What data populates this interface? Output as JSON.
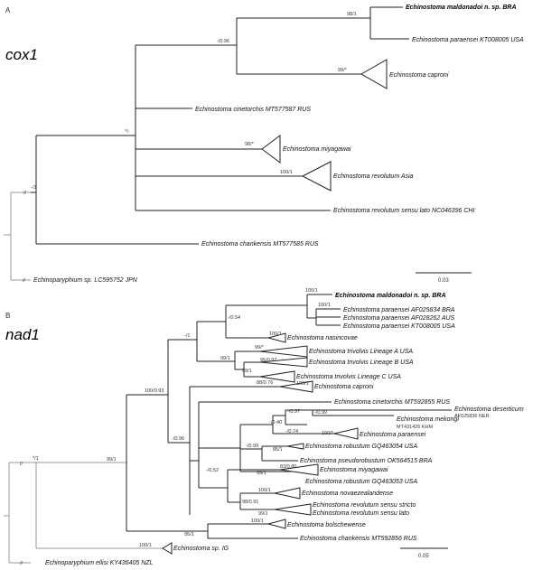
{
  "panels": [
    {
      "id": "A",
      "letter": "A",
      "gene": "cox1",
      "scale": "0.03"
    },
    {
      "id": "B",
      "letter": "B",
      "gene": "nad1",
      "scale": "0.05"
    }
  ],
  "tree_a": {
    "taxa": [
      "Echinostoma maldonadoi n. sp. BRA",
      "Echinostoma paraensei KT008005 USA",
      "Echinostoma caproni",
      "Echinostoma cinetorchis MT577587 RUS",
      "Echinostoma miyagawai",
      "Echinostoma revolutum Asia",
      "Echinostoma revolutum sensu lato NC046396 CHI",
      "Echinostoma chankensis MT577585 RUS",
      "Echinoparyphium sp. LC595752 JPN"
    ],
    "supports": [
      "98/1",
      "-/0.96",
      "99/*",
      "*/-",
      "98/*",
      "100/1",
      "-/1",
      "//",
      "//"
    ]
  },
  "tree_b": {
    "taxa": [
      "Echinostoma maldonadoi n. sp. BRA",
      "Echinostoma paraensei AF025834 BRA",
      "Echinostoma paraensei AF028262 AUS",
      "Echinostoma paraensei KT008005 USA",
      "Echinostoma nasincovae",
      "Echinostoma trivolvis Lineage A USA",
      "Echinostoma trivolvis Lineage B USA",
      "Echinostoma trivolvis Lineage C USA",
      "Echinostoma caproni",
      "Echinostoma cinetorchis MT592855 RUS",
      "Echinostoma deserticum",
      "AF025836 NER",
      "Echinostoma mekongi",
      "MT431426 KHM",
      "Echinostoma paraensei",
      "Echinostoma robustum GQ463054 USA",
      "Echinostoma pseudorobustum OK564515 BRA",
      "Echinostoma miyagawai",
      "Echinostoma robustum GQ463053 USA",
      "Echinostoma novaezealandense",
      "Echinostoma revolutum sensu stricto",
      "Echinostoma revolutum sensu lato",
      "Echinostoma bolschewense",
      "Echinostoma chankensis MT592856 RUS",
      "Echinostoma sp. IG",
      "Echinoparyphium ellisi KY436405 NZL"
    ],
    "supports": [
      "100/1",
      "100/1",
      "-/0.54",
      "100/1",
      "99/*",
      "95/0.97",
      "99/1",
      "99/1",
      "88/0.76",
      "100/1",
      "-/1",
      "100/0.93",
      "-/0.96",
      "-/0.97",
      "-/0.99",
      "-/0.74",
      "100/*",
      "-/0.40",
      "-/0.99",
      "85/1",
      "83/0.80",
      "99/1",
      "-/0.52",
      "100/1",
      "98/0.91",
      "99/1",
      "100/1",
      "95/1",
      "100/1",
      "99/1",
      "*/1",
      "//",
      "//"
    ]
  }
}
